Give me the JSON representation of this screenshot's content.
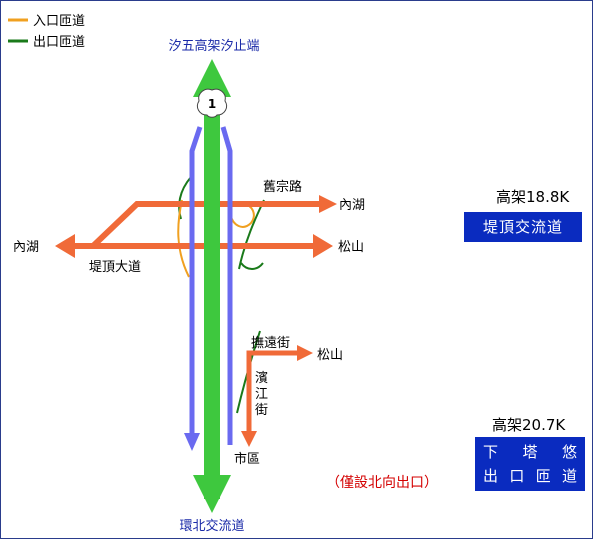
{
  "legend": {
    "entrance": {
      "label": "入口匝道",
      "color": "#f0a020"
    },
    "exit": {
      "label": "出口匝道",
      "color": "#1a7a1a"
    }
  },
  "destinations": {
    "north_end": "汐五高架汐止端",
    "south_end": "環北交流道",
    "east_upper": "內湖",
    "east_lower": "松山",
    "west": "內湖",
    "fuyuan_dest": "松山",
    "market": "市區"
  },
  "roads": {
    "jiuzong": "舊宗路",
    "diding": "堤頂大道",
    "fuyuan": "撫遠街",
    "binjiang": [
      "濱",
      "江",
      "街"
    ]
  },
  "shield": {
    "number": "1"
  },
  "interchanges": [
    {
      "km_label": "高架18.8K",
      "name": "堤頂交流道"
    },
    {
      "km_label": "高架20.7K",
      "name_row1": [
        "下",
        "塔",
        "悠"
      ],
      "name_row2": [
        "出",
        "口",
        "匝",
        "道"
      ]
    }
  ],
  "note": "（僅設北向出口）",
  "colors": {
    "mainline": "#3ec83e",
    "elevated": "#6a6af0",
    "surface": "#f06a38",
    "ramp_in": "#f0a020",
    "ramp_out": "#1a7a1a",
    "box": "#0a2bbf"
  },
  "icons": [
    "national-freeway-shield-icon",
    "arrow-icon"
  ]
}
